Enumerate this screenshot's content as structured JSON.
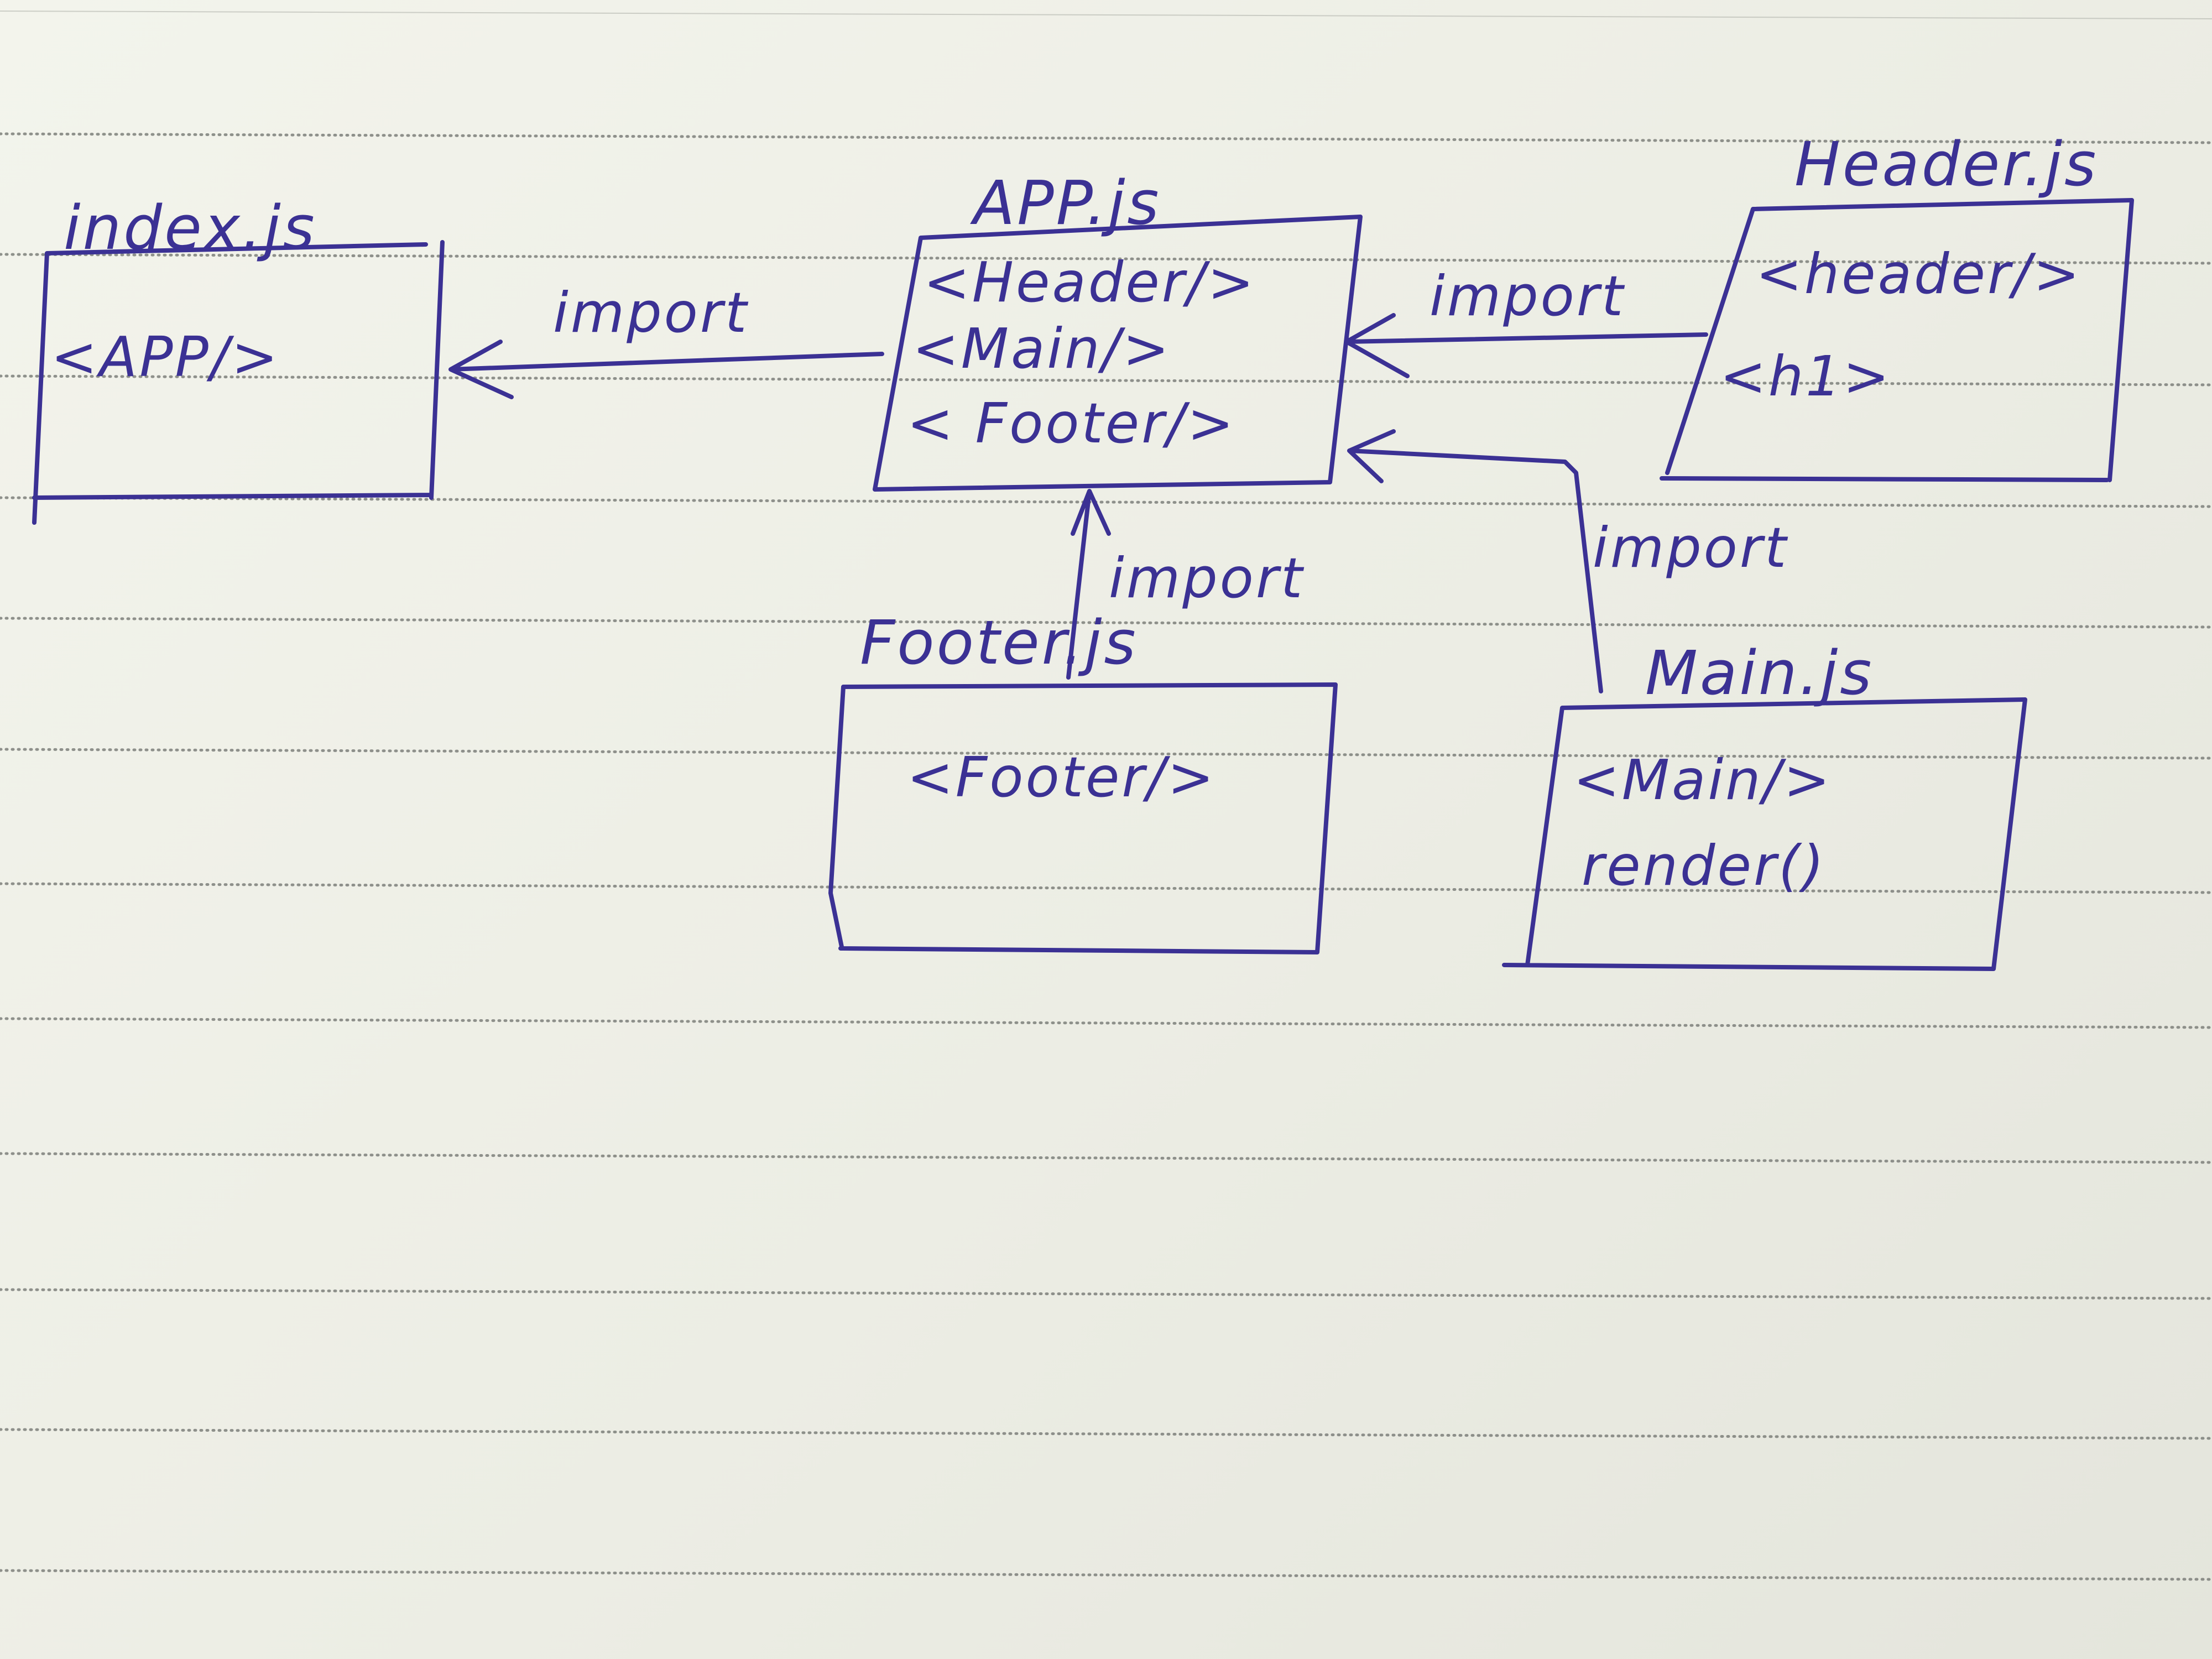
{
  "colors": {
    "ink": "#3b3194",
    "paper": "#eeefe6",
    "rule": "#7d7f7a"
  },
  "files": [
    {
      "id": "index",
      "title": "index.js",
      "lines": [
        "<APP/>"
      ]
    },
    {
      "id": "app",
      "title": "APP.js",
      "lines": [
        "<Header/>",
        "<Main/>",
        "< Footer/>"
      ]
    },
    {
      "id": "header",
      "title": "Header.js",
      "lines": [
        "<header/>",
        "<h1>"
      ]
    },
    {
      "id": "footer",
      "title": "Footer.js",
      "lines": [
        "<Footer/>"
      ]
    },
    {
      "id": "main",
      "title": "Main.js",
      "lines": [
        "<Main/>",
        "render()"
      ]
    }
  ],
  "edges": [
    {
      "from": "app",
      "to": "index",
      "label": "import"
    },
    {
      "from": "header",
      "to": "app",
      "label": "import"
    },
    {
      "from": "footer",
      "to": "app",
      "label": "import"
    },
    {
      "from": "main",
      "to": "app",
      "label": "import"
    }
  ]
}
